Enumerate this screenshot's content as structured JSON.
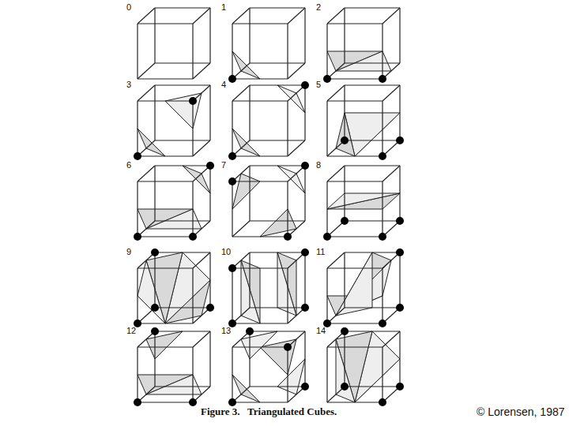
{
  "diagram": {
    "caption": "Figure 3.   Triangulated Cubes.",
    "labels": [
      "0",
      "1",
      "2",
      "3",
      "4",
      "5",
      "6",
      "7",
      "8",
      "9",
      "10",
      "11",
      "12",
      "13",
      "14",
      "© Lorensen, 1987"
    ]
  }
}
